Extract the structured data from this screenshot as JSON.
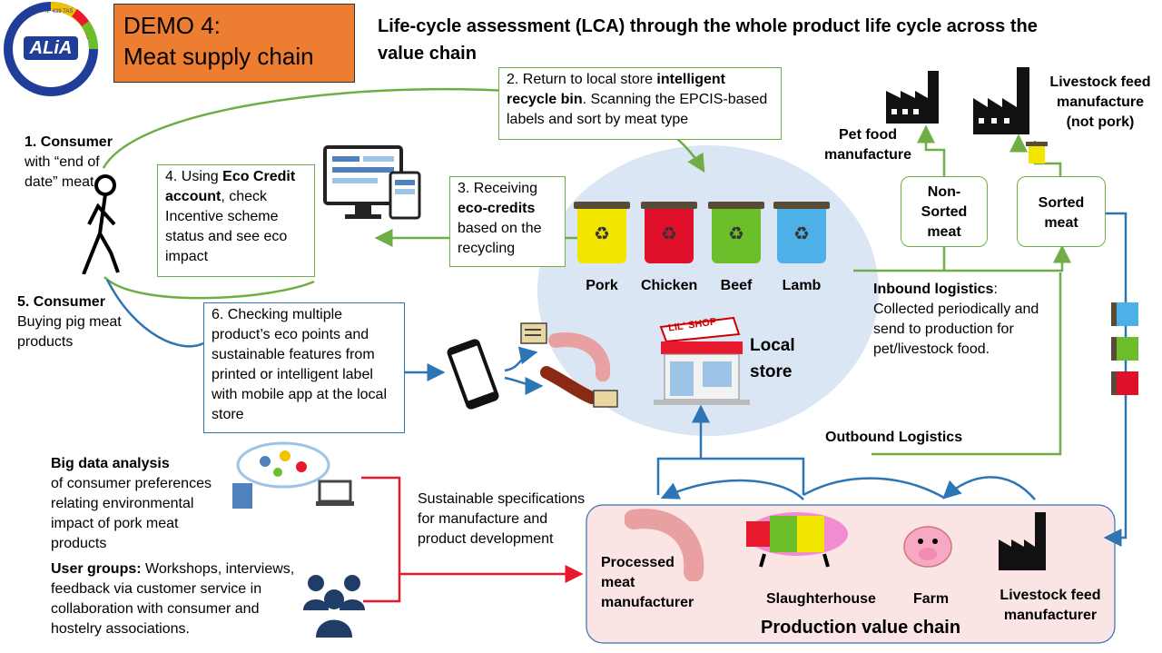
{
  "logo": {
    "text": "ALiA",
    "ring_text": "S.A.T. Nº 439 TAS"
  },
  "demo_title": {
    "line1": "DEMO 4:",
    "line2": "Meat supply chain"
  },
  "headline": "Life-cycle assessment (LCA) through the whole product life cycle across the value chain",
  "step1": {
    "bold": "1. Consumer",
    "rest": "with “end of date” meat"
  },
  "step2": {
    "text_a": "2. Return to local store ",
    "bold": "intelligent recycle bin",
    "text_b": ". Scanning the EPCIS-based labels and sort by meat type"
  },
  "step3": {
    "text_a": "3. Receiving ",
    "bold": "eco-credits",
    "text_b": " based on the recycling"
  },
  "step4": {
    "text_a": "4. Using ",
    "bold": "Eco Credit account",
    "text_b": ", check Incentive scheme status and see eco impact"
  },
  "step5": {
    "bold": "5. Consumer",
    "rest": "Buying pig meat products"
  },
  "step6": {
    "text": "6. Checking multiple product’s eco points and sustainable features from printed or intelligent label with mobile app at the local store"
  },
  "bins": [
    {
      "label": "Pork",
      "color": "#f2e600"
    },
    {
      "label": "Chicken",
      "color": "#e0102a"
    },
    {
      "label": "Beef",
      "color": "#6cbf2a"
    },
    {
      "label": "Lamb",
      "color": "#4db1e8"
    }
  ],
  "local_store": {
    "label": "Local store",
    "sign": "LIL' SHOP"
  },
  "non_sorted": "Non-Sorted meat",
  "sorted": "Sorted meat",
  "pet_food": "Pet food manufacture",
  "livestock_top": "Livestock feed manufacture (not pork)",
  "inbound": {
    "bold": "Inbound logistics",
    "rest": ": Collected periodically and send to production for pet/livestock food."
  },
  "outbound": "Outbound Logistics",
  "big_data": {
    "bold": "Big data analysis",
    "rest": "of consumer preferences relating environmental impact of pork meat products"
  },
  "user_groups": {
    "bold": "User groups:",
    "rest": " Workshops, interviews, feedback via customer service in collaboration with consumer and hostelry associations."
  },
  "sustainable_specs": "Sustainable specifications for manufacture and product development",
  "production": {
    "title": "Production value chain",
    "processed": "Processed meat manufacturer",
    "slaughterhouse": "Slaughterhouse",
    "farm": "Farm",
    "livestock_feed": "Livestock feed manufacturer"
  },
  "colors": {
    "green": "#70ad47",
    "blue": "#2e75b6",
    "red": "#e8192c",
    "orange": "#ed7d31",
    "store_bg": "#dae6f4",
    "prod_bg": "#fbe4e4"
  }
}
